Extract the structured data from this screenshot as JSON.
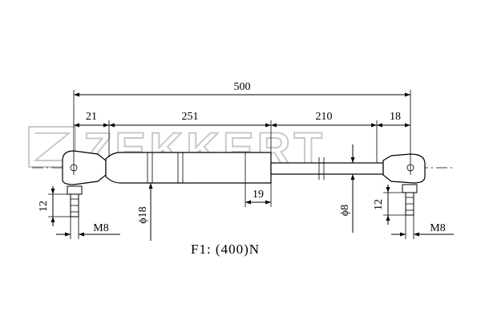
{
  "watermark": {
    "brand": "ZEKKERT"
  },
  "dimensions": {
    "overall_length": "500",
    "end_fitting_left": "21",
    "cylinder_length": "251",
    "rod_length": "210",
    "end_fitting_right": "18",
    "cylinder_end_cap": "19",
    "thread_length_left": "12",
    "thread_length_right": "12",
    "thread_left": "M8",
    "thread_right": "M8",
    "cylinder_diameter": "ϕ18",
    "rod_diameter": "ϕ8"
  },
  "caption": "F1: (400)N"
}
